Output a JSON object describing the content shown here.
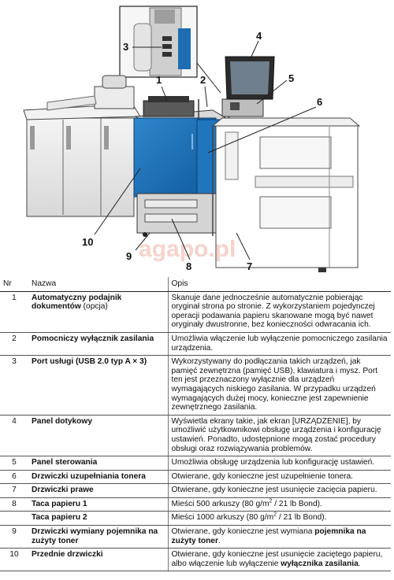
{
  "figure": {
    "callouts": [
      "1",
      "2",
      "3",
      "4",
      "5",
      "6",
      "7",
      "8",
      "9",
      "10"
    ],
    "watermark": "agapo.pl"
  },
  "table": {
    "headers": {
      "nr": "Nr",
      "name": "Nazwa",
      "desc": "Opis"
    },
    "rows": [
      {
        "nr": "1",
        "name": "Automatyczny podajnik dokumentów",
        "name_suffix": " (opcja)",
        "desc": "Skanuje dane jednocześnie automatycznie pobierając oryginał strona po stronie. Z wykorzystaniem pojedynczej operacji podawania papieru skanowane mogą być nawet oryginały dwustronne, bez konieczności odwracania ich."
      },
      {
        "nr": "2",
        "name": "Pomocniczy wyłącznik zasilania",
        "desc": "Umożliwia włączenie lub wyłączenie pomocniczego zasilania urządzenia."
      },
      {
        "nr": "3",
        "name": "Port usługi (USB 2.0 typ A × 3)",
        "desc": "Wykorzystywany do podłączania takich urządzeń, jak pamięć zewnętrzna (pamięć USB), klawiatura i mysz. Port ten jest przeznaczony wyłącznie dla urządzeń wymagających niskiego zasilania. W przypadku urządzeń wymagających dużej mocy, konieczne jest zapewnienie zewnętrznego zasilania."
      },
      {
        "nr": "4",
        "name": "Panel dotykowy",
        "desc": "Wyświetla ekrany takie, jak ekran [URZĄDZENIE], by umożliwić użytkownikowi obsługę urządzenia i konfigurację ustawień. Ponadto, udostępnione mogą zostać procedury obsługi oraz rozwiązywania problemów."
      },
      {
        "nr": "5",
        "name": "Panel sterowania",
        "desc": "Umożliwia obsługę urządzenia lub konfigurację ustawień."
      },
      {
        "nr": "6",
        "name": "Drzwiczki uzupełniania tonera",
        "desc": "Otwierane, gdy konieczne jest uzupełnienie tonera."
      },
      {
        "nr": "7",
        "name": "Drzwiczki prawe",
        "desc": "Otwierane, gdy konieczne jest usunięcie zacięcia papieru."
      },
      {
        "nr": "8",
        "name": "Taca papieru 1",
        "desc_pre": "Mieści 500 arkuszy (80 g/m",
        "desc_post": " / 21 lb Bond)."
      },
      {
        "nr": "",
        "name": "Taca papieru 2",
        "desc_pre": "Mieści 1000 arkuszy (80 g/m",
        "desc_post": " / 21 lb Bond)."
      },
      {
        "nr": "9",
        "name": "Drzwiczki wymiany pojemnika na zużyty toner",
        "desc_pre": "Otwierane, gdy konieczne jest wymiana ",
        "desc_bold": "pojemnika na zużyty toner",
        "desc_post": "."
      },
      {
        "nr": "10",
        "name": "Przednie drzwiczki",
        "desc_pre": "Otwierane, gdy konieczne jest usunięcie zaciętego papieru, albo włączenie lub wyłączenie ",
        "desc_bold": "wyłącznika zasilania",
        "desc_post": "."
      }
    ],
    "sup": "2"
  },
  "colors": {
    "body_blue": "#1a6fb5",
    "body_blue_dark": "#0f4f8a",
    "grey_light": "#e9e9e9",
    "line": "#222222"
  }
}
